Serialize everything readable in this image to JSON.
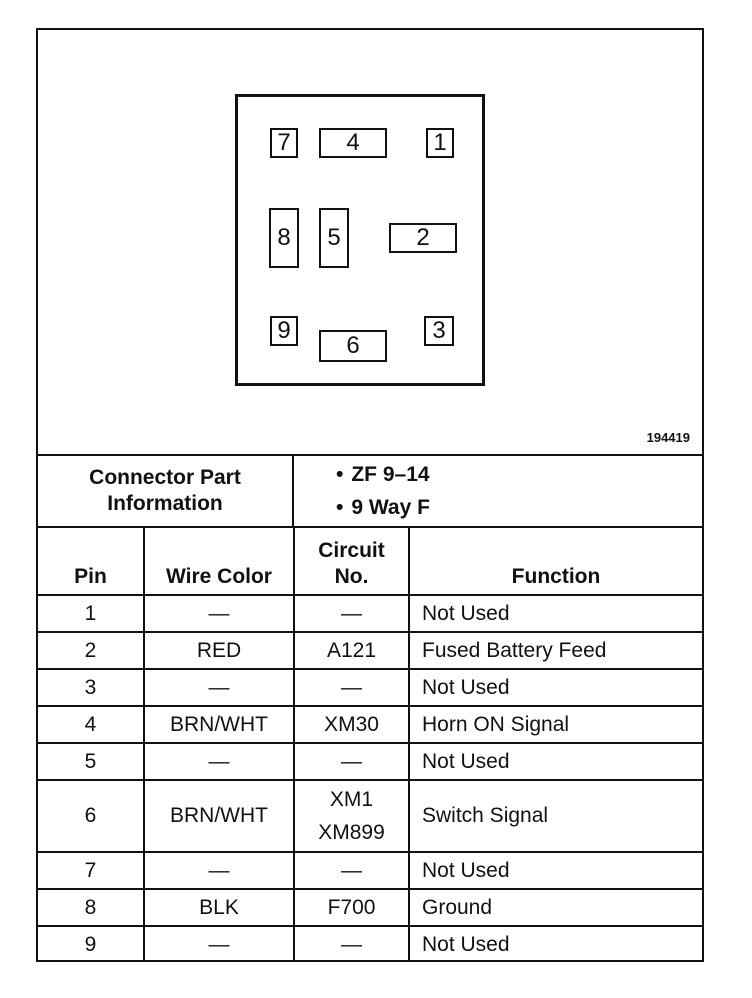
{
  "diagram": {
    "figure_number": "194419",
    "pins": [
      "7",
      "4",
      "1",
      "8",
      "5",
      "2",
      "9",
      "6",
      "3"
    ]
  },
  "connector_info": {
    "label_line1": "Connector Part",
    "label_line2": "Information",
    "values": [
      "ZF 9–14",
      "9 Way F"
    ],
    "bullet": "•"
  },
  "table": {
    "headers": {
      "pin": "Pin",
      "wire_color": "Wire Color",
      "circuit_line1": "Circuit",
      "circuit_line2": "No.",
      "function": "Function"
    },
    "rows": [
      {
        "pin": "1",
        "wire": "—",
        "circuit": "—",
        "function": "Not Used"
      },
      {
        "pin": "2",
        "wire": "RED",
        "circuit": "A121",
        "function": "Fused Battery Feed"
      },
      {
        "pin": "3",
        "wire": "—",
        "circuit": "—",
        "function": "Not Used"
      },
      {
        "pin": "4",
        "wire": "BRN/WHT",
        "circuit": "XM30",
        "function": "Horn ON Signal"
      },
      {
        "pin": "5",
        "wire": "—",
        "circuit": "—",
        "function": "Not Used"
      },
      {
        "pin": "6",
        "wire": "BRN/WHT",
        "circuit": [
          "XM1",
          "XM899"
        ],
        "function": "Switch Signal"
      },
      {
        "pin": "7",
        "wire": "—",
        "circuit": "—",
        "function": "Not Used"
      },
      {
        "pin": "8",
        "wire": "BLK",
        "circuit": "F700",
        "function": "Ground"
      },
      {
        "pin": "9",
        "wire": "—",
        "circuit": "—",
        "function": "Not Used"
      }
    ]
  }
}
